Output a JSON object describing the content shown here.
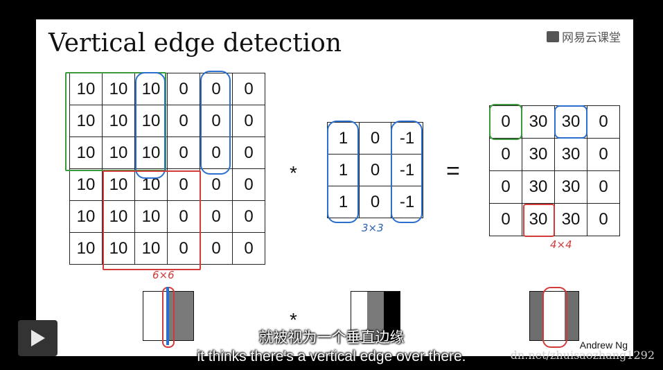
{
  "slide": {
    "title": "Vertical edge detection",
    "logo_text": "网易云课堂",
    "author": "Andrew Ng",
    "operator_conv": "*",
    "operator_eq": "=",
    "input_matrix": [
      [
        "10",
        "10",
        "10",
        "0",
        "0",
        "0"
      ],
      [
        "10",
        "10",
        "10",
        "0",
        "0",
        "0"
      ],
      [
        "10",
        "10",
        "10",
        "0",
        "0",
        "0"
      ],
      [
        "10",
        "10",
        "10",
        "0",
        "0",
        "0"
      ],
      [
        "10",
        "10",
        "10",
        "0",
        "0",
        "0"
      ],
      [
        "10",
        "10",
        "10",
        "0",
        "0",
        "0"
      ]
    ],
    "filter_matrix": [
      [
        "1",
        "0",
        "-1"
      ],
      [
        "1",
        "0",
        "-1"
      ],
      [
        "1",
        "0",
        "-1"
      ]
    ],
    "output_matrix": [
      [
        "0",
        "30",
        "30",
        "0"
      ],
      [
        "0",
        "30",
        "30",
        "0"
      ],
      [
        "0",
        "30",
        "30",
        "0"
      ],
      [
        "0",
        "30",
        "30",
        "0"
      ]
    ],
    "input_dim": "6×6",
    "filter_dim": "3×3",
    "output_dim": "4×4",
    "colors": {
      "blue": "#2a6fd0",
      "green": "#3a9a3a",
      "red": "#d23a3a"
    }
  },
  "player": {
    "play_icon": "play-icon"
  },
  "subtitles": {
    "zh": "就被视为一个垂直边缘",
    "en": "it thinks there's a vertical edge over there."
  },
  "watermark": "dn.net/zhuisaozhang1292"
}
